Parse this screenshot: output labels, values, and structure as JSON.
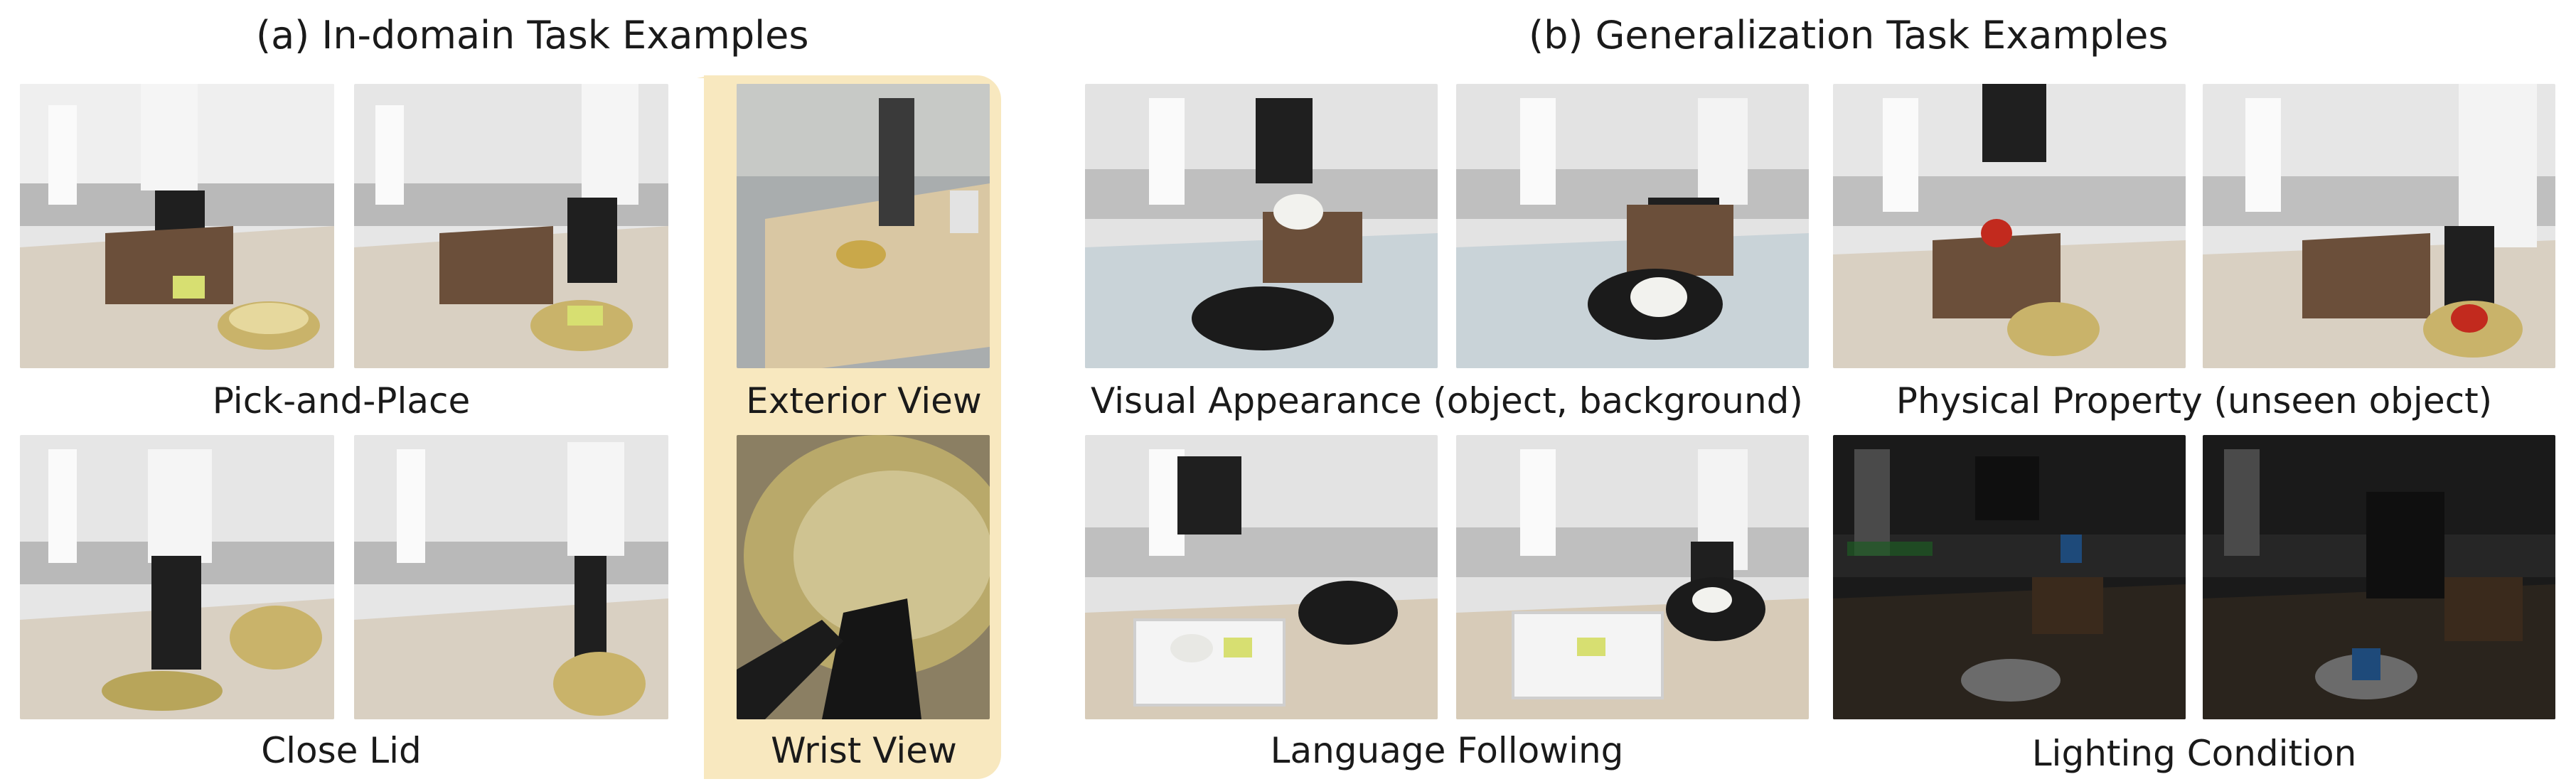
{
  "titles": {
    "in_domain": "(a) In-domain Task Examples",
    "generalization": "(b) Generalization Task Examples"
  },
  "captions": {
    "pick_and_place": "Pick-and-Place",
    "close_lid": "Close Lid",
    "exterior_view": "Exterior View",
    "wrist_view": "Wrist View",
    "visual_appearance": "Visual Appearance (object, background)",
    "physical_property": "Physical Property (unseen object)",
    "language_following": "Language Following",
    "lighting_condition": "Lighting Condition"
  },
  "colors": {
    "highlight": "#f8e8bf",
    "box": "#6b4f3a",
    "bowl_gold": "#c9b36a",
    "bowl_black": "#1b1b1b",
    "table": "#d9d0c2"
  }
}
